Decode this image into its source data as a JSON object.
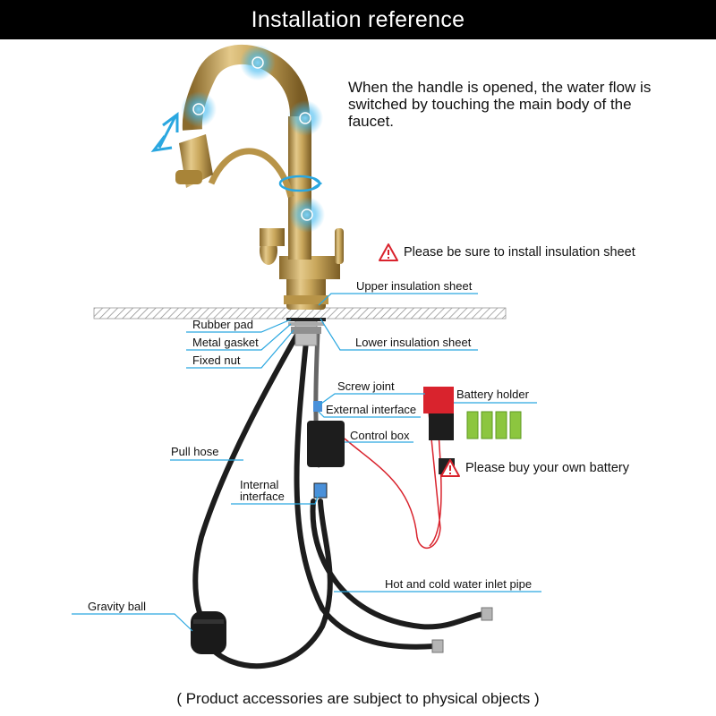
{
  "header": {
    "title": "Installation reference"
  },
  "note": {
    "text": "When the handle is opened, the water flow is switched by touching the main body of the faucet."
  },
  "warnings": {
    "insulation": "Please be sure to install insulation sheet",
    "battery": "Please buy your own battery"
  },
  "labels": {
    "upper_insulation": "Upper insulation sheet",
    "rubber_pad": "Rubber pad",
    "metal_gasket": "Metal gasket",
    "fixed_nut": "Fixed nut",
    "lower_insulation": "Lower insulation sheet",
    "screw_joint": "Screw joint",
    "external_interface": "External interface",
    "battery_holder": "Battery holder",
    "control_box": "Control box",
    "pull_hose": "Pull hose",
    "internal_interface_1": "Internal",
    "internal_interface_2": "interface",
    "hot_cold_pipe": "Hot and cold water inlet pipe",
    "gravity_ball": "Gravity ball"
  },
  "footer": {
    "text": "( Product accessories are subject to physical objects )"
  },
  "colors": {
    "header_bg": "#000000",
    "brass": "#c9a75c",
    "leader_line": "#2aa7e0",
    "warning_red": "#d9232d",
    "battery_green": "#8cc63f",
    "hose": "#1d1d1d",
    "counter_hatch": "#888888"
  },
  "icons": [
    "touch-sensor-icon",
    "rotate-arrow-icon",
    "pullout-arrow-icon",
    "warning-icon",
    "battery-icon"
  ]
}
